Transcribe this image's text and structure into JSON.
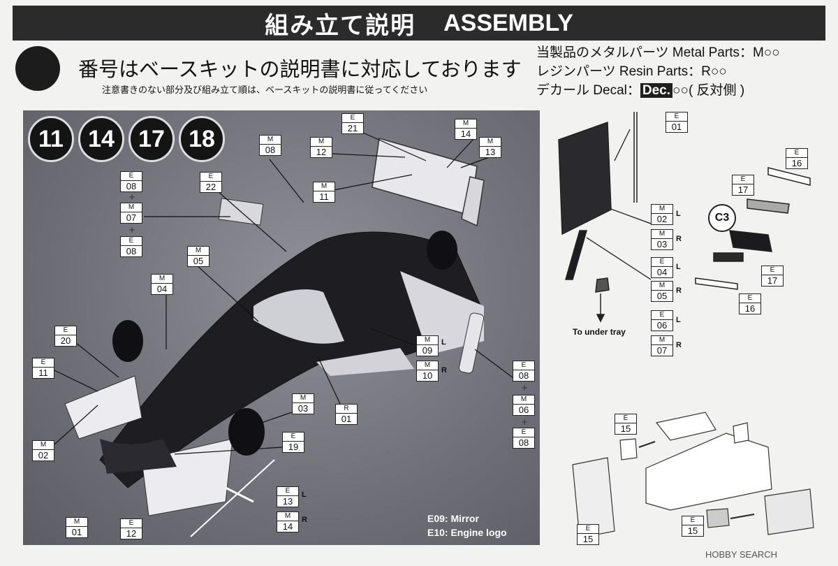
{
  "header": {
    "jp": "組み立て説明",
    "en": "ASSEMBLY"
  },
  "notes": {
    "main": "番号はベースキットの説明書に対応しております",
    "sub": "注意書きのない部分及び組み立て順は、ベースキットの説明書に従ってください"
  },
  "legend": {
    "metal": "当製品のメタルパーツ Metal Parts：M○○",
    "resin": "レジンパーツ Resin Parts：R○○",
    "decal_prefix": "デカール Decal：",
    "decal_box": "Dec.",
    "decal_suffix": "○○( 反対側 )"
  },
  "steps": [
    "11",
    "14",
    "17",
    "18"
  ],
  "photo_notes": {
    "mirror": "E09: Mirror",
    "engine": "E10: Engine logo"
  },
  "c3": "C3",
  "under_tray": "To under tray",
  "plus": "+",
  "sides": {
    "left": "L",
    "right": "R"
  },
  "watermark": "HOBBY SEARCH",
  "tags": {
    "e21": {
      "l": "E",
      "n": "21"
    },
    "m14": {
      "l": "M",
      "n": "14"
    },
    "m12": {
      "l": "M",
      "n": "12"
    },
    "m13": {
      "l": "M",
      "n": "13"
    },
    "m08": {
      "l": "M",
      "n": "08"
    },
    "e22": {
      "l": "E",
      "n": "22"
    },
    "m11": {
      "l": "M",
      "n": "11"
    },
    "e08a": {
      "l": "E",
      "n": "08"
    },
    "m07": {
      "l": "M",
      "n": "07"
    },
    "e08b": {
      "l": "E",
      "n": "08"
    },
    "m05": {
      "l": "M",
      "n": "05"
    },
    "m04": {
      "l": "M",
      "n": "04"
    },
    "e20": {
      "l": "E",
      "n": "20"
    },
    "e11": {
      "l": "E",
      "n": "11"
    },
    "m02": {
      "l": "M",
      "n": "02"
    },
    "m03": {
      "l": "M",
      "n": "03"
    },
    "e19": {
      "l": "E",
      "n": "19"
    },
    "r01": {
      "l": "R",
      "n": "01"
    },
    "m09": {
      "l": "M",
      "n": "09"
    },
    "m10": {
      "l": "M",
      "n": "10"
    },
    "e08c": {
      "l": "E",
      "n": "08"
    },
    "m06": {
      "l": "M",
      "n": "06"
    },
    "e08d": {
      "l": "E",
      "n": "08"
    },
    "e13": {
      "l": "E",
      "n": "13"
    },
    "m14b": {
      "l": "M",
      "n": "14"
    },
    "m01": {
      "l": "M",
      "n": "01"
    },
    "e12": {
      "l": "E",
      "n": "12"
    },
    "e01": {
      "l": "E",
      "n": "01"
    },
    "m02b": {
      "l": "M",
      "n": "02"
    },
    "m03b": {
      "l": "M",
      "n": "03"
    },
    "e04": {
      "l": "E",
      "n": "04"
    },
    "m05b": {
      "l": "M",
      "n": "05"
    },
    "e06": {
      "l": "E",
      "n": "06"
    },
    "m07b": {
      "l": "M",
      "n": "07"
    },
    "e16a": {
      "l": "E",
      "n": "16"
    },
    "e17a": {
      "l": "E",
      "n": "17"
    },
    "e17b": {
      "l": "E",
      "n": "17"
    },
    "e16b": {
      "l": "E",
      "n": "16"
    },
    "e15a": {
      "l": "E",
      "n": "15"
    },
    "e15b": {
      "l": "E",
      "n": "15"
    },
    "e15c": {
      "l": "E",
      "n": "15"
    }
  }
}
